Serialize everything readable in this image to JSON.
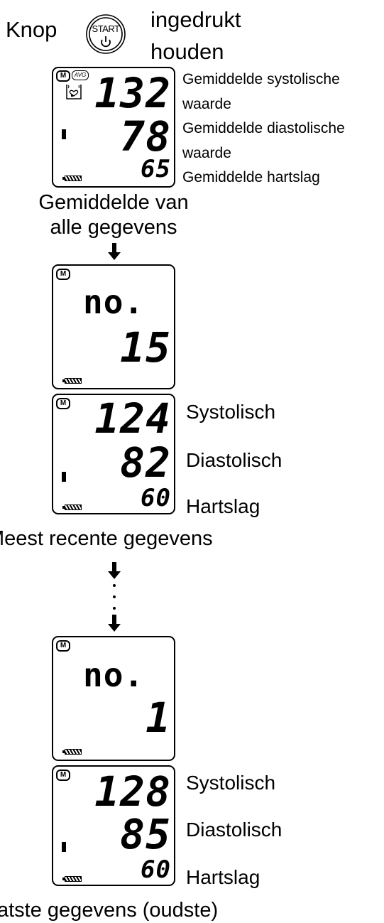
{
  "header": {
    "knop": "Knop",
    "start_button": "START",
    "line1": "ingedrukt",
    "line2": "houden"
  },
  "display_avg": {
    "m_label": "M",
    "avg_label": "AVG",
    "systolic": "132",
    "diastolic": "78",
    "pulse": "65",
    "labels": [
      "Gemiddelde systolische",
      "waarde",
      "Gemiddelde diastolische",
      "waarde",
      "Gemiddelde hartslag"
    ]
  },
  "caption_avg": [
    "Gemiddelde van",
    "alle gegevens"
  ],
  "display_no15": {
    "m_label": "M",
    "no_label": "no.",
    "number": "15"
  },
  "display_recent": {
    "m_label": "M",
    "systolic": "124",
    "diastolic": "82",
    "pulse": "60",
    "labels": [
      "Systolisch",
      "Diastolisch",
      "Hartslag"
    ]
  },
  "caption_recent": "Meest recente gegevens",
  "display_no1": {
    "m_label": "M",
    "no_label": "no.",
    "number": "1"
  },
  "display_oldest": {
    "m_label": "M",
    "systolic": "128",
    "diastolic": "85",
    "pulse": "60",
    "labels": [
      "Systolisch",
      "Diastolisch",
      "Hartslag"
    ]
  },
  "caption_oldest": "atste gegevens (oudste)",
  "icons": {
    "start_button": "power-icon",
    "heart": "irregular-heartbeat-icon",
    "battery": "battery-icon",
    "arrow": "arrow-down-icon"
  }
}
